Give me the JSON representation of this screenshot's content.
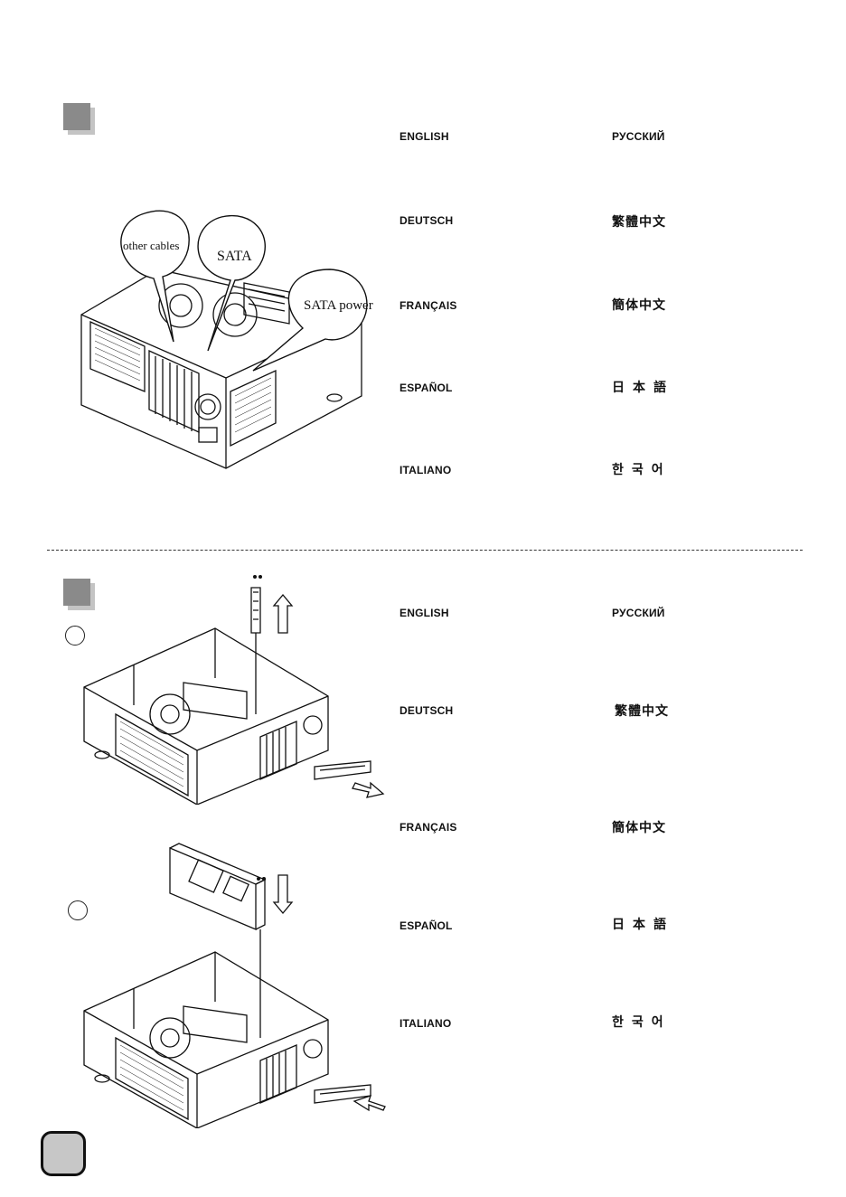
{
  "section1": {
    "callouts": {
      "other_cables": "other cables",
      "sata": "SATA",
      "sata_power": "SATA power"
    },
    "languages": {
      "english": "ENGLISH",
      "russian": "РУССКИЙ",
      "german": "DEUTSCH",
      "traditional_chinese": "繁體中文",
      "french": "FRANÇAIS",
      "simplified_chinese": "簡体中文",
      "spanish": "ESPAÑOL",
      "japanese": "日本語",
      "italian": "ITALIANO",
      "korean": "한국어"
    }
  },
  "section2": {
    "languages": {
      "english": "ENGLISH",
      "russian": "РУССКИЙ",
      "german": "DEUTSCH",
      "traditional_chinese": "繁體中文",
      "french": "FRANÇAIS",
      "simplified_chinese": "簡体中文",
      "spanish": "ESPAÑOL",
      "japanese": "日本語",
      "italian": "ITALIANO",
      "korean": "한국어"
    }
  },
  "colors": {
    "step_box": "#8a8a8a",
    "step_box_shadow": "#c4c4c4",
    "page_box": "#c7c7c7",
    "line_art": "#111111"
  }
}
